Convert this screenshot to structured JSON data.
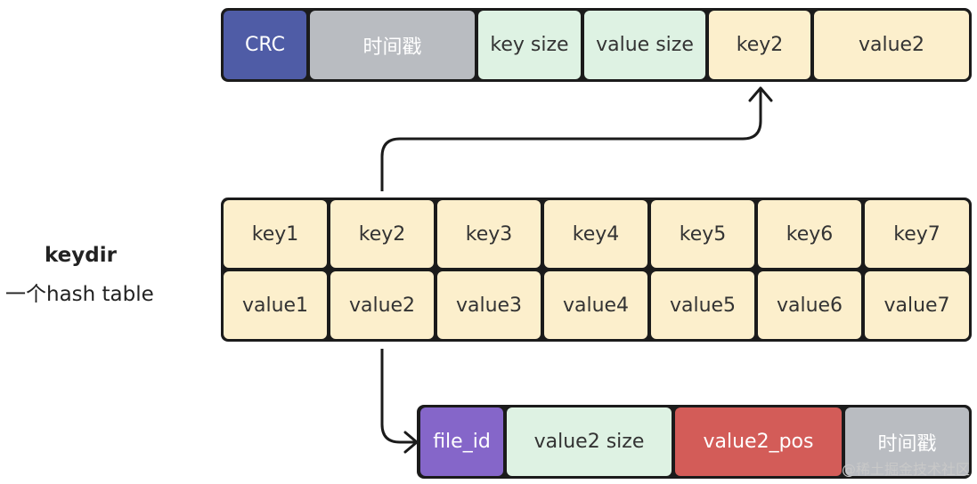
{
  "record": {
    "fields": [
      {
        "label": "CRC",
        "color": "#4f5ca6"
      },
      {
        "label": "时间戳",
        "color": "#b9bcc1"
      },
      {
        "label": "key size",
        "color": "#def2e3"
      },
      {
        "label": "value size",
        "color": "#def2e3"
      },
      {
        "label": "key2",
        "color": "#fcefcc"
      },
      {
        "label": "value2",
        "color": "#fcefcc"
      }
    ]
  },
  "keydir": {
    "title": "keydir",
    "subtitle": "一个hash table",
    "keys": [
      "key1",
      "key2",
      "key3",
      "key4",
      "key5",
      "key6",
      "key7"
    ],
    "values": [
      "value1",
      "value2",
      "value3",
      "value4",
      "value5",
      "value6",
      "value7"
    ]
  },
  "entry": {
    "fields": [
      {
        "label": "file_id",
        "color": "#8566c9"
      },
      {
        "label": "value2 size",
        "color": "#def2e3"
      },
      {
        "label": "value2_pos",
        "color": "#d35c58"
      },
      {
        "label": "时间戳",
        "color": "#b9bcc1"
      }
    ]
  },
  "watermark": "@稀土掘金技术社区"
}
